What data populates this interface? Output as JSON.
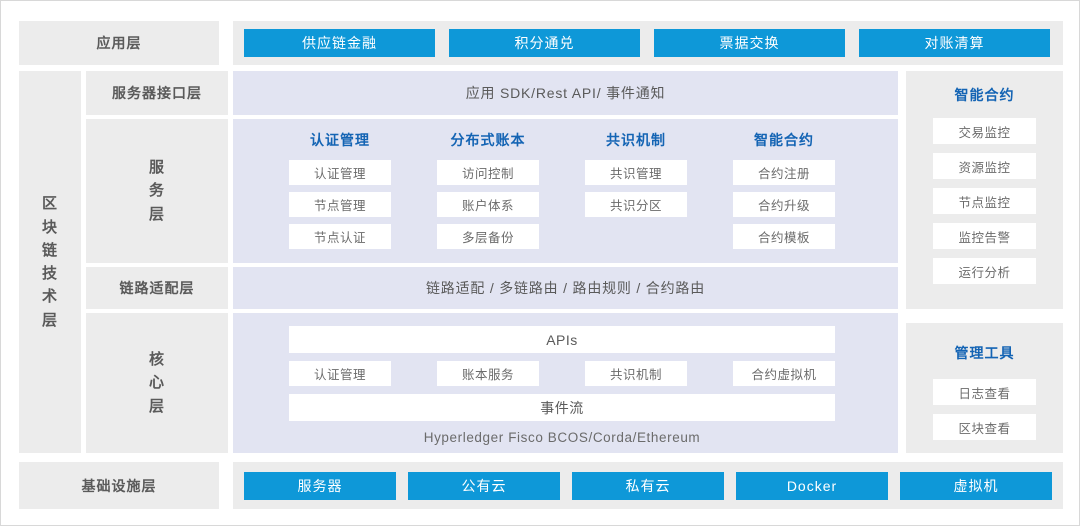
{
  "colors": {
    "accent_blue": "#0e98d8",
    "heading_blue": "#1464b4",
    "panel_gray": "#ececec",
    "panel_lavender": "#e2e4f2",
    "card_white": "#ffffff",
    "text_gray": "#5a5a5a"
  },
  "application_layer": {
    "label": "应用层",
    "items": [
      "供应链金融",
      "积分通兑",
      "票据交换",
      "对账清算"
    ]
  },
  "blockchain_tech_layer": {
    "label": "区块链技术层",
    "label_chars": [
      "区",
      "块",
      "链",
      "技",
      "术",
      "层"
    ]
  },
  "server_interface_layer": {
    "label": "服务器接口层",
    "content": "应用 SDK/Rest API/ 事件通知"
  },
  "service_layer": {
    "label": "服务层",
    "label_chars": [
      "服",
      "务",
      "层"
    ],
    "columns": [
      {
        "title": "认证管理",
        "items": [
          "认证管理",
          "节点管理",
          "节点认证"
        ]
      },
      {
        "title": "分布式账本",
        "items": [
          "访问控制",
          "账户体系",
          "多层备份"
        ]
      },
      {
        "title": "共识机制",
        "items": [
          "共识管理",
          "共识分区"
        ]
      },
      {
        "title": "智能合约",
        "items": [
          "合约注册",
          "合约升级",
          "合约模板"
        ]
      }
    ]
  },
  "link_adaptation_layer": {
    "label": "链路适配层",
    "content": "链路适配 / 多链路由 / 路由规则 / 合约路由"
  },
  "core_layer": {
    "label": "核心层",
    "label_chars": [
      "核",
      "心",
      "层"
    ],
    "apis_row": "APIs",
    "modules": [
      "认证管理",
      "账本服务",
      "共识机制",
      "合约虚拟机"
    ],
    "event_row": "事件流",
    "footer": "Hyperledger Fisco BCOS/Corda/Ethereum"
  },
  "infrastructure_layer": {
    "label": "基础设施层",
    "items": [
      "服务器",
      "公有云",
      "私有云",
      "Docker",
      "虚拟机"
    ]
  },
  "side_panels": [
    {
      "title": "智能合约",
      "items": [
        "交易监控",
        "资源监控",
        "节点监控",
        "监控告警",
        "运行分析"
      ]
    },
    {
      "title": "管理工具",
      "items": [
        "日志查看",
        "区块查看"
      ]
    }
  ]
}
